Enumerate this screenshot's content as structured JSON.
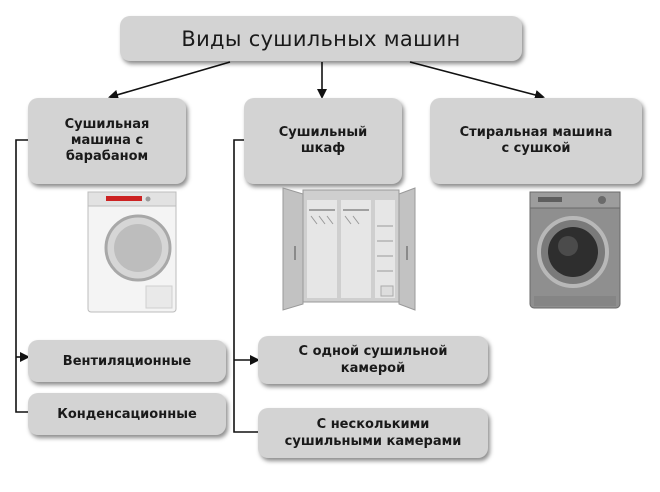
{
  "root": {
    "label": "Виды сушильных машин"
  },
  "categories": [
    {
      "label": "Сушильная машина с барабаном"
    },
    {
      "label": "Сушильный шкаф"
    },
    {
      "label": "Стиральная машина с сушкой"
    }
  ],
  "subtypes": {
    "drum": [
      "Вентиляционные",
      "Конденсационные"
    ],
    "cabinet": [
      "С одной сушильной камерой",
      "С несколькими сушильными камерами"
    ]
  },
  "colors": {
    "box": "#d3d3d3",
    "line": "#111111"
  }
}
